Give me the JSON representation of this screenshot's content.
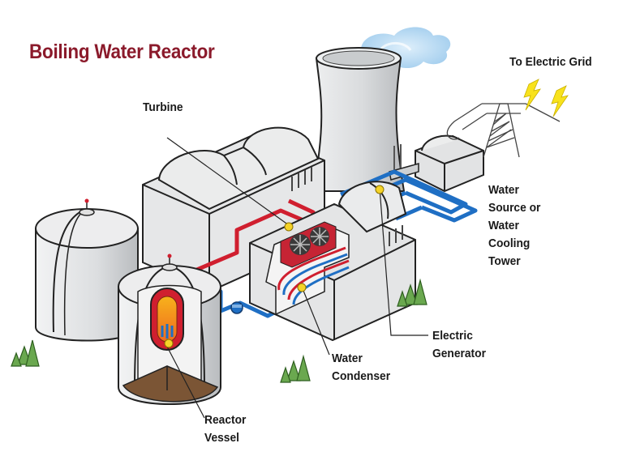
{
  "title": "Boiling Water Reactor",
  "labels": {
    "turbine": "Turbine",
    "electric_grid": "To Electric Grid",
    "water_source": [
      "Water",
      "Source or",
      "Water",
      "Cooling",
      "Tower"
    ],
    "electric_generator": [
      "Electric",
      "Generator"
    ],
    "water_condenser": [
      "Water",
      "Condenser"
    ],
    "reactor_vessel": [
      "Reactor",
      "Vessel"
    ]
  },
  "colors": {
    "title": "#8b1a2b",
    "steam_pipe": "#d01f2f",
    "water_pipe": "#1f6fc4",
    "marker": "#f5d328",
    "lightning": "#f8e21c",
    "cooling_tower": "#d6d8da",
    "building": "#e4e5e6",
    "ground": "#7b5535",
    "trees": "#6aa84f",
    "steam_cloud": "#a9d1ef"
  }
}
